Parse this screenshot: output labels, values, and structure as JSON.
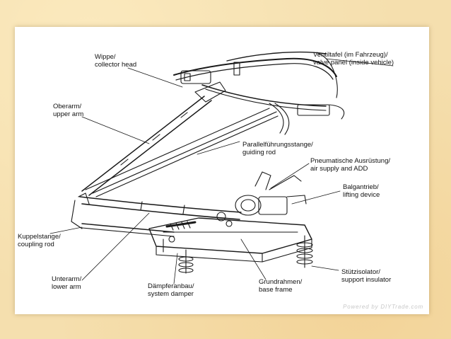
{
  "labels": {
    "collector_head": {
      "de": "Wippe/",
      "en": "collector head"
    },
    "valve_panel": {
      "de": "Ventiltafel (im Fahrzeug)/",
      "en": "valve panel (inside vehicle)"
    },
    "upper_arm": {
      "de": "Oberarm/",
      "en": "upper arm"
    },
    "guiding_rod": {
      "de": "Parallelführungsstange/",
      "en": "guiding rod"
    },
    "air_supply": {
      "de": "Pneumatische Ausrüstung/",
      "en": "air supply and ADD"
    },
    "lifting_device": {
      "de": "Balgantrieb/",
      "en": "lifting device"
    },
    "coupling_rod": {
      "de": "Kuppelstange/",
      "en": "coupling rod"
    },
    "lower_arm": {
      "de": "Unterarm/",
      "en": "lower arm"
    },
    "system_damper": {
      "de": "Dämpferanbau/",
      "en": "system damper"
    },
    "base_frame": {
      "de": "Grundrahmen/",
      "en": "base frame"
    },
    "support_insulator": {
      "de": "Stützisolator/",
      "en": "support insulator"
    }
  },
  "watermark": "Powered by DIYTrade.com"
}
